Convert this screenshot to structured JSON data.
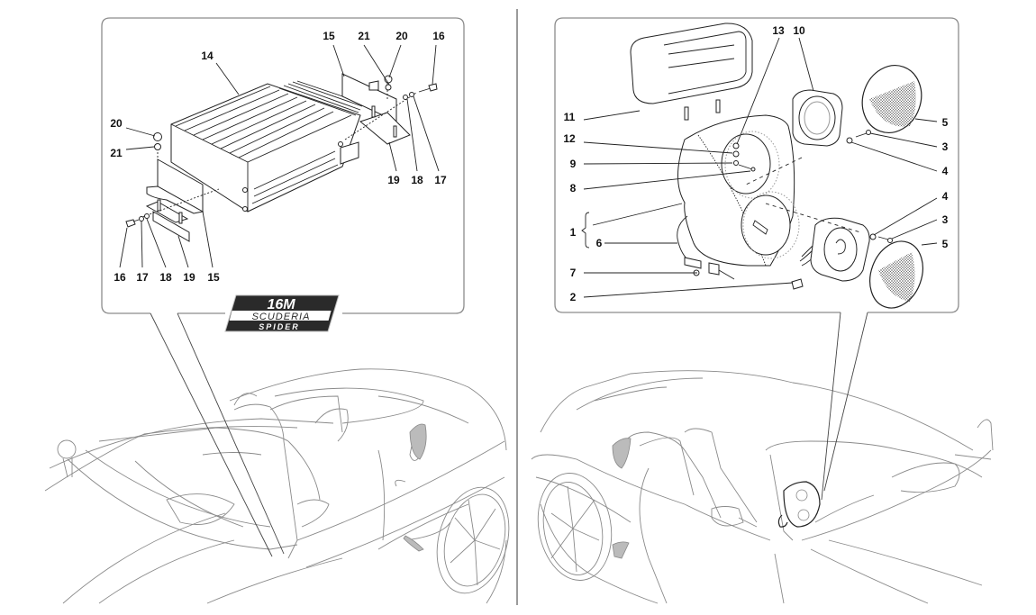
{
  "diagram": {
    "badge": {
      "line1": "16M",
      "line2": "SCUDERIA",
      "line3": "SPIDER"
    },
    "left_panel": {
      "title": "amplifier assembly",
      "callouts": [
        "14",
        "15",
        "21",
        "20",
        "16",
        "20",
        "21",
        "19",
        "18",
        "17",
        "16",
        "17",
        "18",
        "19",
        "15"
      ]
    },
    "right_panel": {
      "title": "speaker assembly",
      "callouts": [
        "13",
        "10",
        "11",
        "5",
        "12",
        "3",
        "9",
        "4",
        "8",
        "4",
        "1",
        "3",
        "6",
        "5",
        "7",
        "2"
      ]
    },
    "colors": {
      "line": "#222222",
      "frame": "#8c8c8c",
      "car": "#8a8a8a",
      "badge": "#2a2a2a"
    }
  }
}
